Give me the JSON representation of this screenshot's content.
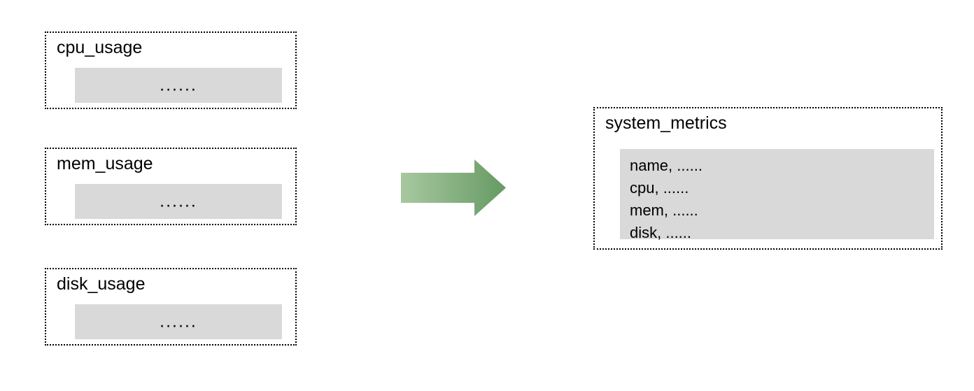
{
  "diagram": {
    "type": "data-merge-flow",
    "background_color": "#ffffff",
    "panel_fill_color": "#d9d9d9",
    "border_color": "#000000",
    "arrow": {
      "name": "merge-arrow",
      "direction": "right",
      "gradient_from": "#a8c8a0",
      "gradient_to": "#669a64"
    },
    "source_tables": [
      {
        "title": "cpu_usage",
        "body": "......"
      },
      {
        "title": "mem_usage",
        "body": "......"
      },
      {
        "title": "disk_usage",
        "body": "......"
      }
    ],
    "target_table": {
      "title": "system_metrics",
      "fields": [
        "name, ......",
        "cpu, ......",
        "mem, ......",
        "disk, ......"
      ]
    }
  }
}
